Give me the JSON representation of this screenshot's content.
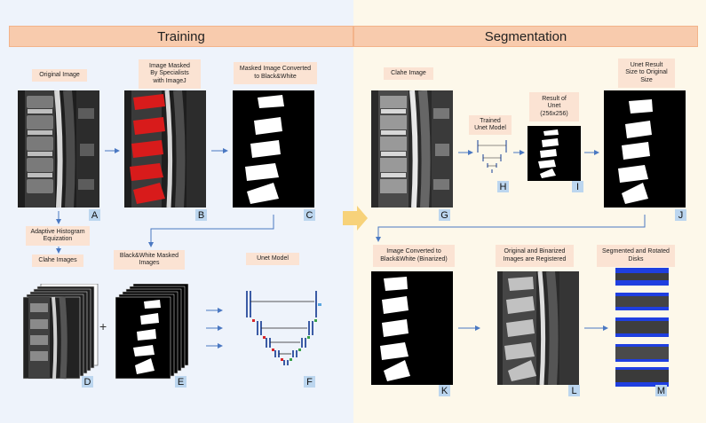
{
  "sections": {
    "training": "Training",
    "segmentation": "Segmentation"
  },
  "tags": {
    "original_image": "Original Image",
    "image_masked": "Image Masked\nBy Specialists\nwith ImageJ",
    "masked_converted": "Masked Image Converted\nto Black&White",
    "adaptive_hist": "Adaptive Histogram\nEquization",
    "clahe_images": "Clahe Images",
    "bw_masked_images": "Black&White Masked\nImages",
    "unet_model": "Unet Model",
    "clahe_image": "Clahe Image",
    "trained_unet": "Trained\nUnet Model",
    "result_of_unet": "Result of\nUnet\n(256x256)",
    "unet_result_size": "Unet Result\nSize to Original\nSize",
    "image_converted_binarized": "Image Converted to\nBlack&White (Binarized)",
    "original_binarized_registered": "Original and Binarized\nImages are Registered",
    "segmented_rotated": "Segmented and Rotated\nDisks"
  },
  "letters": {
    "a": "A",
    "b": "B",
    "c": "C",
    "d": "D",
    "e": "E",
    "f": "F",
    "g": "G",
    "h": "H",
    "i": "I",
    "j": "J",
    "k": "K",
    "l": "L",
    "m": "M"
  },
  "plus_sign": "+",
  "colors": {
    "training_bg": "#eef3fb",
    "segmentation_bg": "#fdf8ea",
    "header_fill": "#f8cbad",
    "tag_fill": "#fbe3d3",
    "letter_fill": "#bcd6ef",
    "arrow": "#4a78c2",
    "big_arrow": "#f7d27a",
    "mask_red": "#d81b1b",
    "disk_blue": "#1f3fe0"
  }
}
